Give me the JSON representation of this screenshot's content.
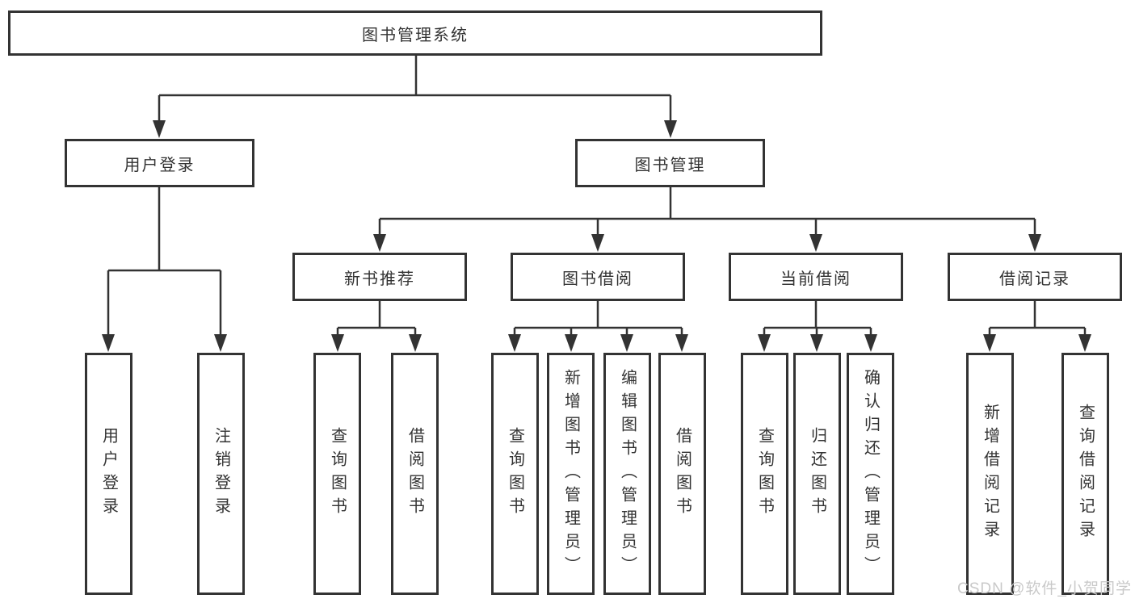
{
  "colors": {
    "line": "#333333",
    "text": "#333333",
    "background": "#ffffff",
    "watermark": "#c9c9c9"
  },
  "watermark": {
    "text": "CSDN @软件_小贺同学"
  },
  "nodes": {
    "root": "图书管理系统",
    "level2": {
      "user_login": "用户登录",
      "book_management": "图书管理"
    },
    "level3": {
      "new_book_recommend": "新书推荐",
      "book_borrow": "图书借阅",
      "current_borrow": "当前借阅",
      "borrow_records": "借阅记录"
    },
    "leaves": {
      "user_login": [
        "用户登录",
        "注销登录"
      ],
      "new_book_recommend": [
        "查询图书",
        "借阅图书"
      ],
      "book_borrow": [
        "查询图书",
        "新增图书（管理员）",
        "编辑图书（管理员）",
        "借阅图书"
      ],
      "current_borrow": [
        "查询图书",
        "归还图书",
        "确认归还（管理员）"
      ],
      "borrow_records": [
        "新增借阅记录",
        "查询借阅记录"
      ]
    }
  }
}
